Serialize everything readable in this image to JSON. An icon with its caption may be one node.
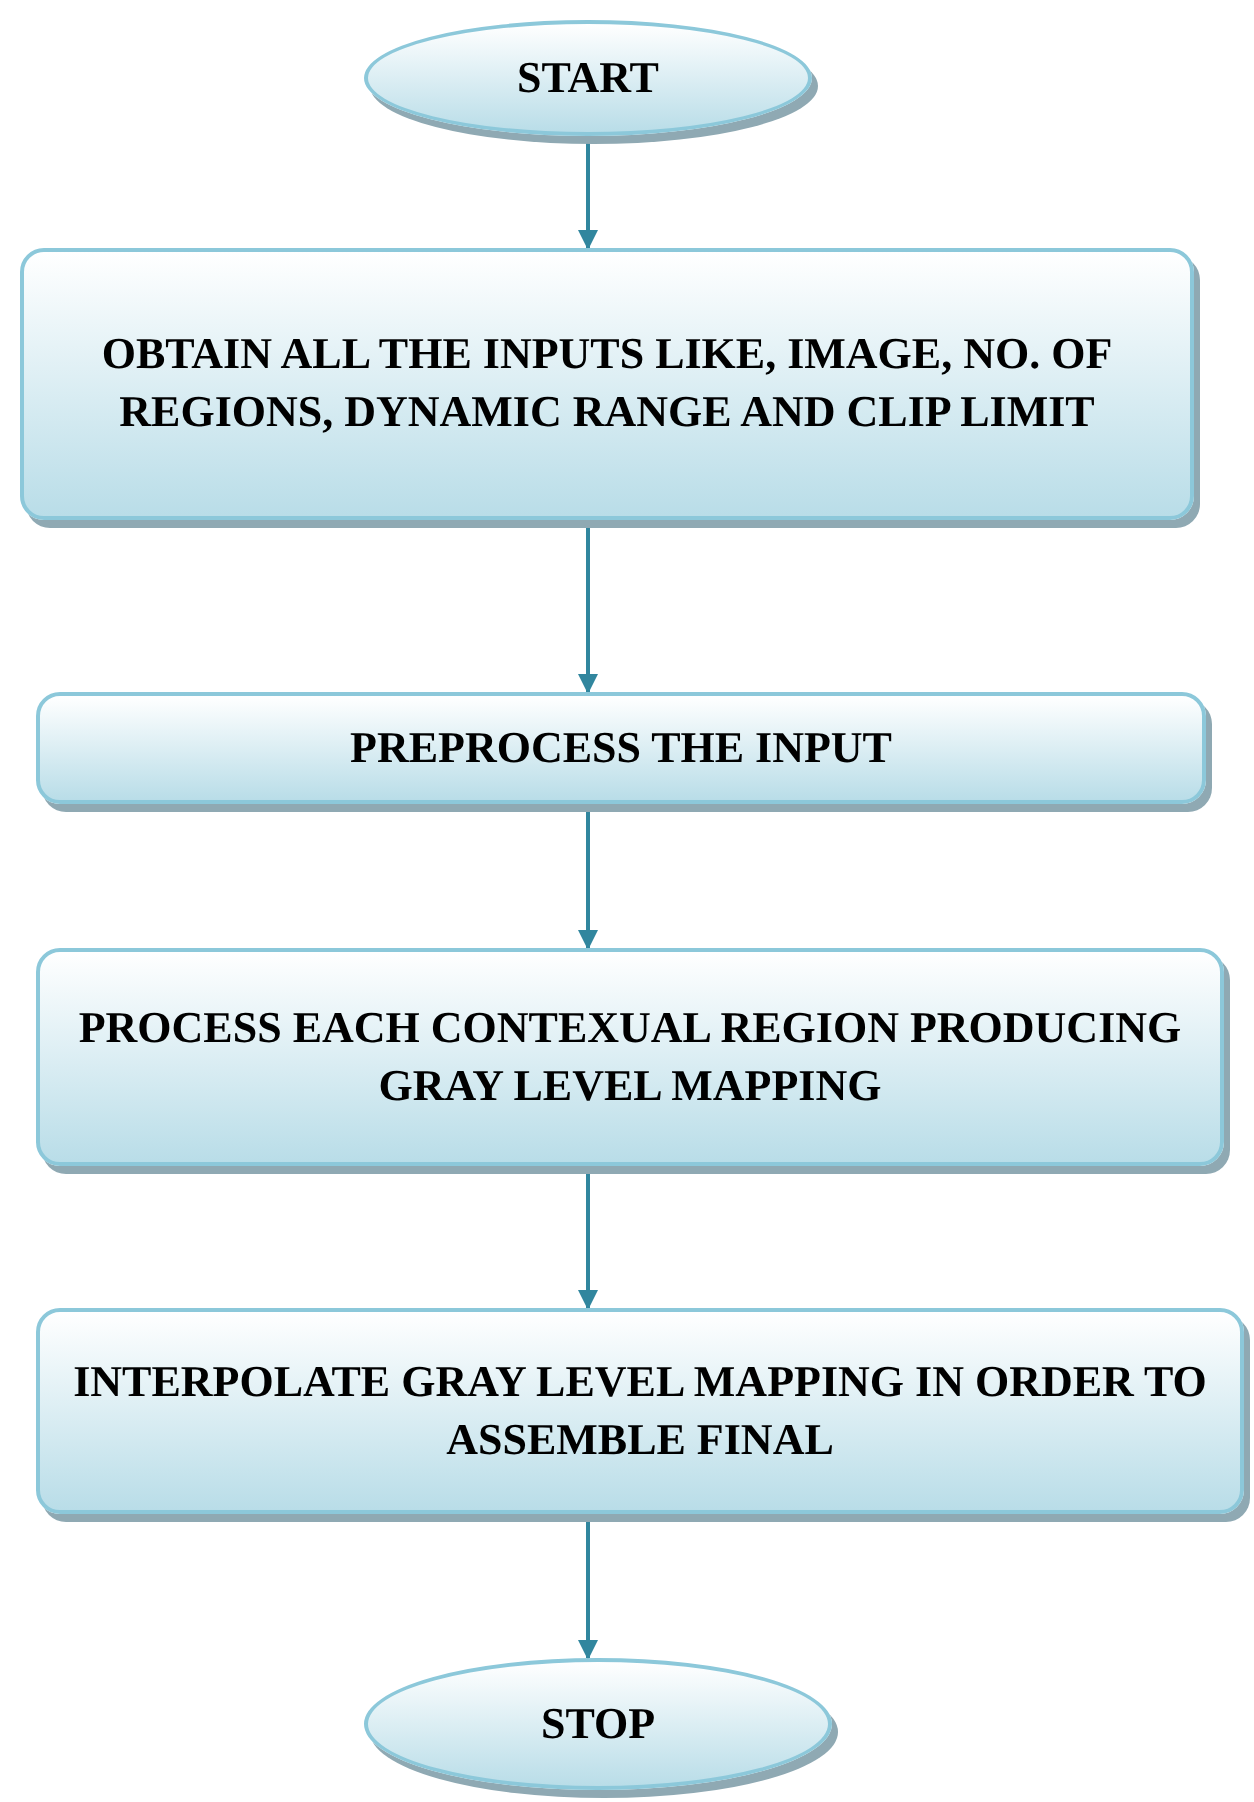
{
  "diagram": {
    "nodes": [
      {
        "text": [
          "START"
        ]
      },
      {
        "text": [
          "OBTAIN ALL THE INPUTS LIKE, IMAGE, NO. OF REGIONS, DYNAMIC RANGE AND CLIP LIMIT"
        ]
      },
      {
        "text": [
          "PREPROCESS THE INPUT"
        ]
      },
      {
        "text": [
          "PROCESS EACH CONTEXUAL REGION PRODUCING GRAY LEVEL MAPPING"
        ]
      },
      {
        "text": [
          "INTERPOLATE GRAY LEVEL MAPPING IN ORDER TO ASSEMBLE FINAL"
        ]
      },
      {
        "text": [
          "STOP"
        ]
      }
    ],
    "edges": [
      {
        "from": 0,
        "to": 1,
        "arrow": "to"
      },
      {
        "from": 1,
        "to": 2,
        "arrow": "to"
      },
      {
        "from": 2,
        "to": 3,
        "arrow": "to"
      },
      {
        "from": 3,
        "to": 4,
        "arrow": "to"
      },
      {
        "from": 4,
        "to": 5,
        "arrow": "to"
      }
    ]
  }
}
